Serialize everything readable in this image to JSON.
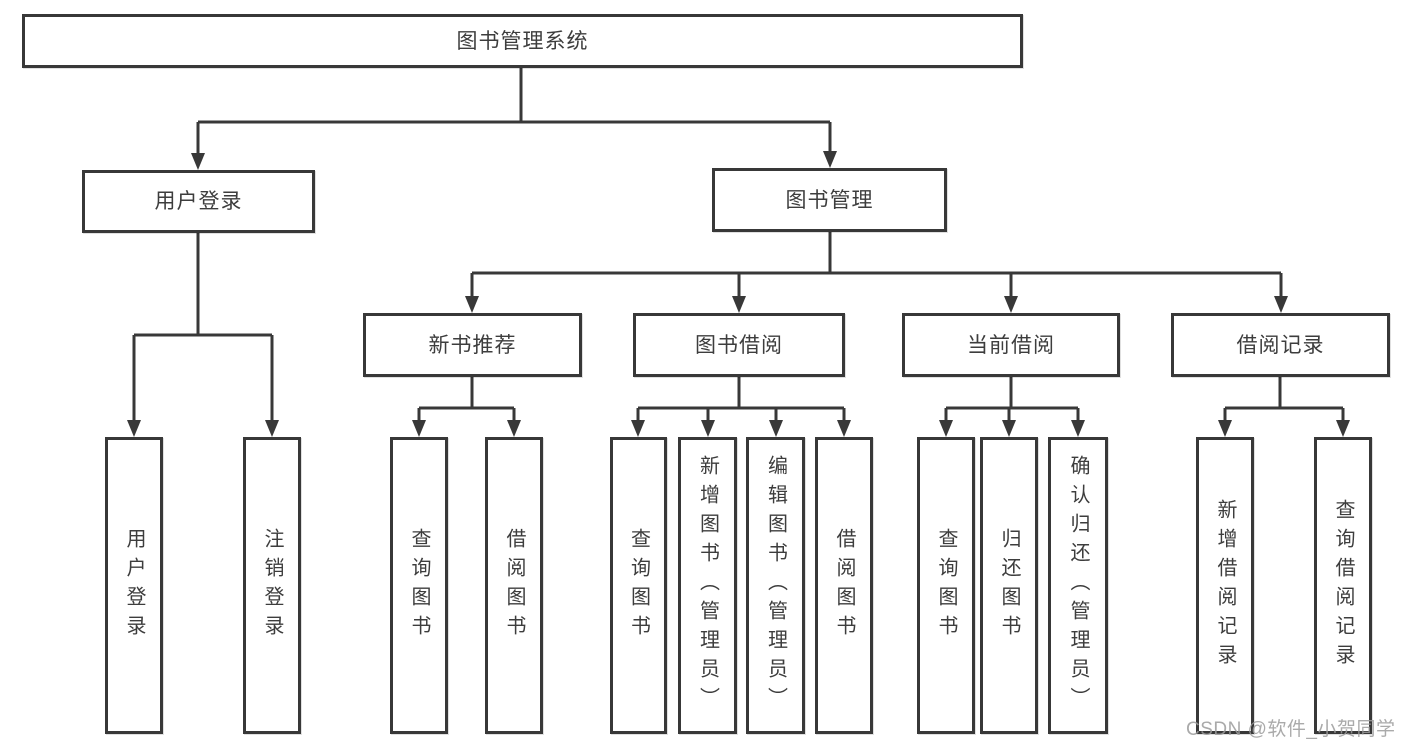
{
  "nodes": {
    "root": "图书管理系统",
    "user_login": "用户登录",
    "book_mgmt": "图书管理",
    "new_book_rec": "新书推荐",
    "book_borrow": "图书借阅",
    "current_borrow": "当前借阅",
    "borrow_records": "借阅记录",
    "ul_user_login": "用户登录",
    "ul_logout": "注销登录",
    "nbr_query_book": "查询图书",
    "nbr_borrow_book": "借阅图书",
    "bb_query_book": "查询图书",
    "bb_add_book": "新增图书（管理员）",
    "bb_edit_book": "编辑图书（管理员）",
    "bb_borrow_book": "借阅图书",
    "cb_query_book": "查询图书",
    "cb_return_book": "归还图书",
    "cb_confirm_return": "确认归还（管理员）",
    "br_add_record": "新增借阅记录",
    "br_query_record": "查询借阅记录"
  },
  "hierarchy": {
    "图书管理系统": [
      "用户登录",
      "图书管理"
    ],
    "用户登录": [
      "用户登录",
      "注销登录"
    ],
    "图书管理": [
      "新书推荐",
      "图书借阅",
      "当前借阅",
      "借阅记录"
    ],
    "新书推荐": [
      "查询图书",
      "借阅图书"
    ],
    "图书借阅": [
      "查询图书",
      "新增图书（管理员）",
      "编辑图书（管理员）",
      "借阅图书"
    ],
    "当前借阅": [
      "查询图书",
      "归还图书",
      "确认归还（管理员）"
    ],
    "借阅记录": [
      "新增借阅记录",
      "查询借阅记录"
    ]
  },
  "watermark": "CSDN @软件_小贺同学",
  "colors": {
    "line": "#383838",
    "border": "#383838",
    "text": "#3d3d3d",
    "watermark": "#9c9c9c",
    "background": "#ffffff"
  }
}
